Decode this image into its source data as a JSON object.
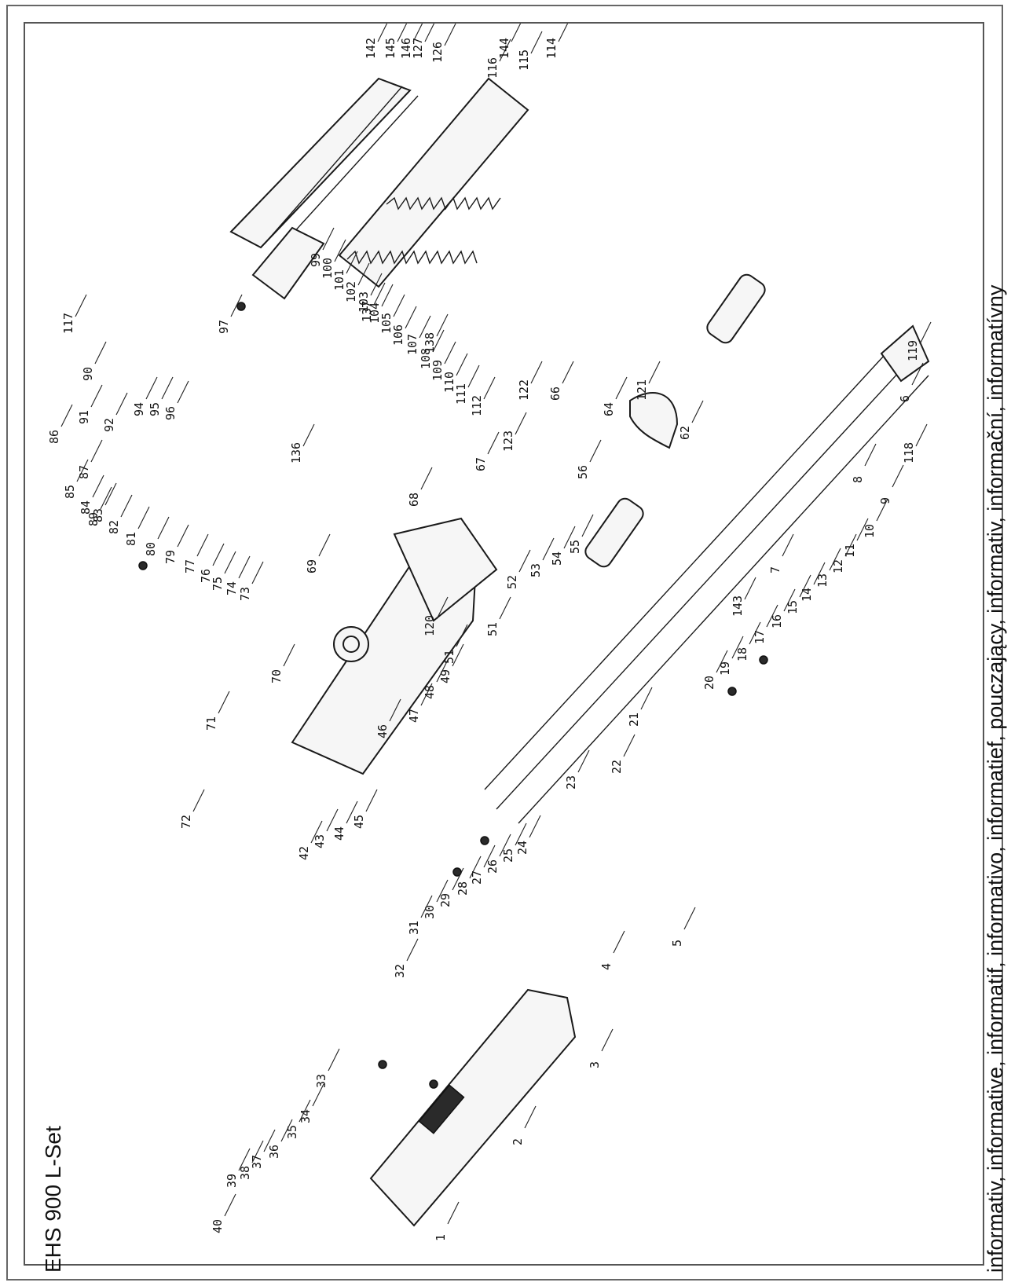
{
  "model": "EHS 900 L-Set",
  "note": "informativ, informative, informatif, informativo, informatief, pouczający, informativ, informační, informatívny",
  "colors": {
    "ink": "#111111",
    "frame": "#666666",
    "part_fill": "#f6f6f6"
  },
  "part_numbers": [
    "1",
    "2",
    "3",
    "4",
    "5",
    "6",
    "7",
    "8",
    "9",
    "10",
    "11",
    "12",
    "13",
    "14",
    "15",
    "16",
    "17",
    "18",
    "19",
    "20",
    "21",
    "22",
    "23",
    "24",
    "25",
    "26",
    "27",
    "28",
    "29",
    "30",
    "31",
    "32",
    "33",
    "34",
    "35",
    "36",
    "37",
    "38",
    "39",
    "40",
    "42",
    "43",
    "44",
    "45",
    "46",
    "47",
    "48",
    "49",
    "51",
    "51",
    "52",
    "53",
    "54",
    "55",
    "56",
    "62",
    "64",
    "66",
    "67",
    "68",
    "69",
    "70",
    "71",
    "72",
    "73",
    "74",
    "75",
    "76",
    "77",
    "79",
    "80",
    "81",
    "82",
    "83",
    "84",
    "85",
    "86",
    "87",
    "89",
    "90",
    "91",
    "92",
    "94",
    "95",
    "96",
    "97",
    "99",
    "100",
    "101",
    "102",
    "103",
    "104",
    "105",
    "106",
    "107",
    "108",
    "109",
    "110",
    "111",
    "112",
    "114",
    "115",
    "116",
    "117",
    "118",
    "119",
    "120",
    "121",
    "122",
    "123",
    "126",
    "127",
    "136",
    "137",
    "138",
    "142",
    "143",
    "144",
    "145",
    "146"
  ]
}
